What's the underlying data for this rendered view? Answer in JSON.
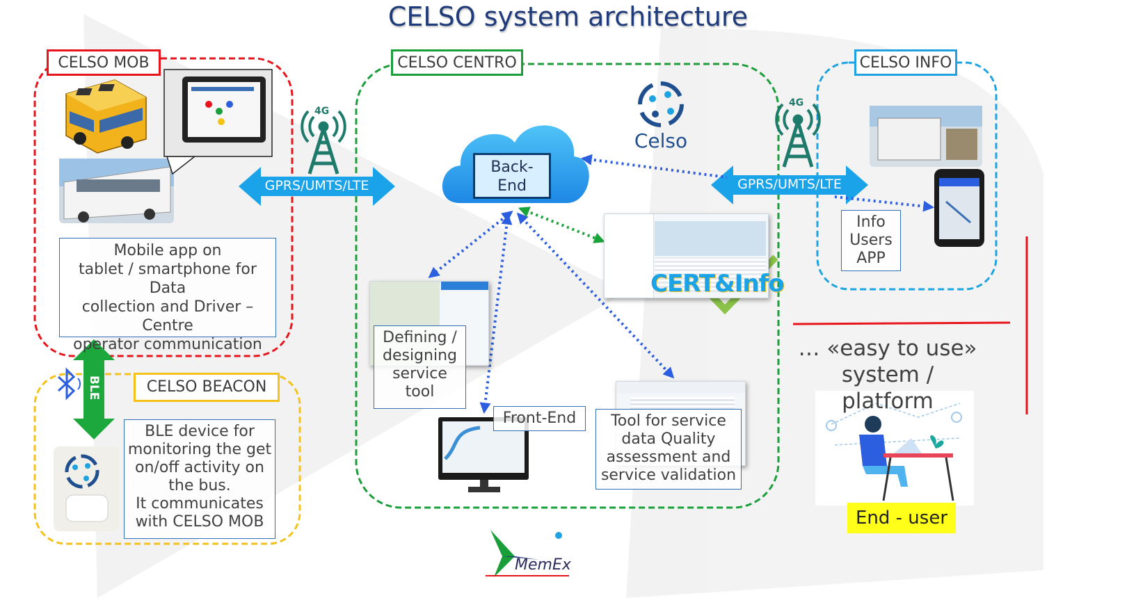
{
  "title": "CELSO system architecture",
  "regions": {
    "mob": {
      "label": "CELSO MOB",
      "color": "#e8141b",
      "description": [
        "Mobile app on",
        "tablet / smartphone for Data",
        "collection and Driver – Centre",
        "operator communication"
      ]
    },
    "centro": {
      "label": "CELSO CENTRO",
      "color": "#1a9e3a"
    },
    "info": {
      "label": "CELSO INFO",
      "color": "#1ea3e0",
      "description": [
        "Info",
        "Users",
        "APP"
      ]
    },
    "beacon": {
      "label": "CELSO BEACON",
      "color": "#f5c21a",
      "description": [
        "BLE device for",
        "monitoring the get",
        "on/off activity on",
        "the bus.",
        "It communicates",
        "with CELSO MOB"
      ]
    }
  },
  "links": {
    "left": "GPRS/UMTS/LTE",
    "right": "GPRS/UMTS/LTE",
    "ble": "BLE",
    "tower_badge": "4G"
  },
  "backend": [
    "Back-",
    "End"
  ],
  "celso_logo_text": "Celso",
  "tools": {
    "design": [
      "Defining /",
      "designing",
      "service",
      "tool"
    ],
    "frontend": "Front-End",
    "quality": [
      "Tool for service",
      "data Quality",
      "assessment and",
      "service validation"
    ]
  },
  "cert_info_logo": "CERT&Info",
  "easy_to_use": [
    "… «easy to use»",
    "system / platform"
  ],
  "end_user": "End - user",
  "memex_logo": "MemEx",
  "colors": {
    "arrow_blue": "#1aa3e8",
    "dotted_blue": "#2b5fe0",
    "dotted_green": "#1aa33a",
    "tower": "#1e7a6a",
    "ble_green": "#1ca83c"
  },
  "icons": [
    "bus-icon",
    "tower-icon",
    "cloud-icon",
    "bluetooth-icon",
    "monitor-icon",
    "checkmark-icon"
  ]
}
